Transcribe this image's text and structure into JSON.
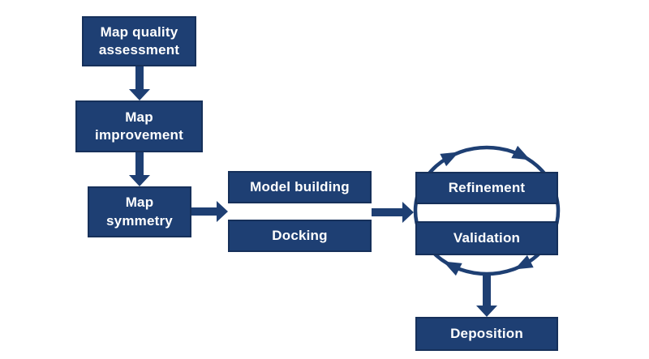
{
  "diagram": {
    "type": "flowchart",
    "nodes": [
      {
        "id": "map-quality-assessment",
        "label": "Map quality\nassessment"
      },
      {
        "id": "map-improvement",
        "label": "Map\nimprovement"
      },
      {
        "id": "map-symmetry",
        "label": "Map\nsymmetry"
      },
      {
        "id": "model-building",
        "label": "Model building"
      },
      {
        "id": "docking",
        "label": "Docking"
      },
      {
        "id": "refinement",
        "label": "Refinement"
      },
      {
        "id": "validation",
        "label": "Validation"
      },
      {
        "id": "deposition",
        "label": "Deposition"
      }
    ],
    "edges": [
      {
        "from": "map-quality-assessment",
        "to": "map-improvement",
        "style": "straight-arrow"
      },
      {
        "from": "map-improvement",
        "to": "map-symmetry",
        "style": "straight-arrow"
      },
      {
        "from": "map-symmetry",
        "to": "model-building-docking-group",
        "style": "straight-arrow"
      },
      {
        "from": "model-building-docking-group",
        "to": "refinement-validation-group",
        "style": "straight-arrow"
      },
      {
        "from": "refinement",
        "to": "validation",
        "style": "clockwise-cycle"
      },
      {
        "from": "validation",
        "to": "refinement",
        "style": "clockwise-cycle"
      },
      {
        "from": "refinement-validation-group",
        "to": "deposition",
        "style": "straight-arrow"
      }
    ]
  },
  "colors": {
    "box_fill": "#1e3f73",
    "box_border": "#16305a",
    "arrow": "#1e3f73",
    "canvas_bg": "#ffffff",
    "text": "#ffffff"
  }
}
